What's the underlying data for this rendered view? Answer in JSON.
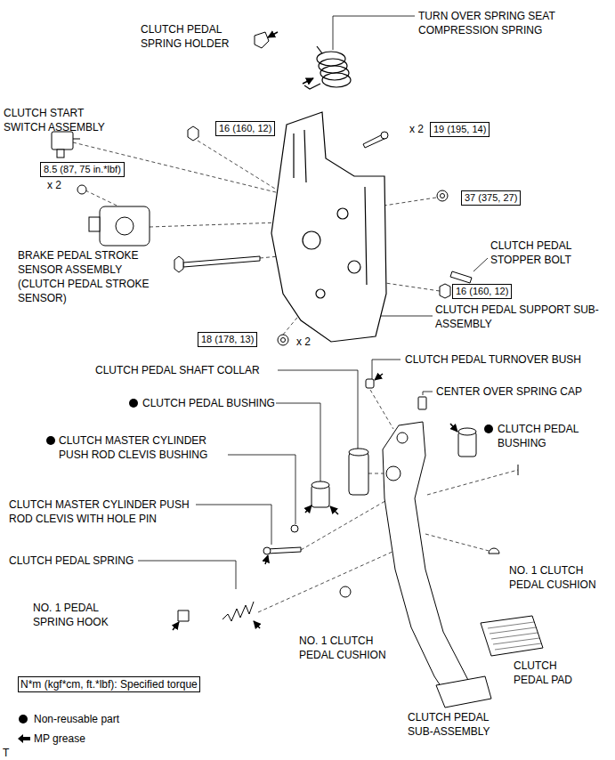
{
  "diagram": {
    "nodes": [
      {
        "text": [
          "16 (160, 12)"
        ]
      },
      {
        "text": [
          "19 (195, 14)"
        ]
      },
      {
        "text": [
          "8.5 (87, 75 in.*lbf)"
        ]
      },
      {
        "text": [
          "37 (375, 27)"
        ]
      },
      {
        "text": [
          "16 (160, 12)"
        ]
      },
      {
        "text": [
          "18 (178, 13)"
        ]
      }
    ],
    "labels": [
      "CLUTCH PEDAL SPRING HOLDER",
      "TURN OVER SPRING SEAT COMPRESSION SPRING",
      "CLUTCH START SWITCH ASSEMBLY",
      "x 2",
      "x 2",
      "BRAKE PEDAL STROKE SENSOR ASSEMBLY (CLUTCH PEDAL STROKE SENSOR)",
      "CLUTCH PEDAL STOPPER BOLT",
      "CLUTCH PEDAL SUPPORT SUB-ASSEMBLY",
      "x 2",
      "CLUTCH PEDAL TURNOVER BUSH",
      "CLUTCH PEDAL SHAFT COLLAR",
      "CENTER OVER SPRING CAP",
      "CLUTCH PEDAL BUSHING",
      "CLUTCH PEDAL BUSHING",
      "CLUTCH MASTER CYLINDER PUSH ROD CLEVIS BUSHING",
      "CLUTCH MASTER CYLINDER PUSH ROD CLEVIS WITH HOLE PIN",
      "CLUTCH PEDAL SPRING",
      "NO. 1 CLUTCH PEDAL CUSHION",
      "NO. 1 PEDAL SPRING HOOK",
      "NO. 1 CLUTCH PEDAL CUSHION",
      "CLUTCH PEDAL PAD",
      "CLUTCH PEDAL SUB-ASSEMBLY",
      "T"
    ],
    "legend": [
      {
        "text": "N*m (kgf*cm, ft.*lbf): Specified torque"
      },
      {
        "text": "Non-reusable part"
      },
      {
        "text": "MP grease"
      }
    ]
  }
}
